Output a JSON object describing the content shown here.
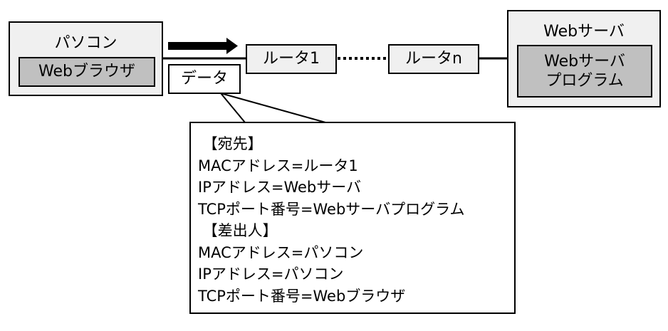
{
  "pc": {
    "title": "パソコン",
    "app": "Webブラウザ"
  },
  "data_label": "データ",
  "routers": [
    {
      "label": "ルータ1"
    },
    {
      "label": "ルータn"
    }
  ],
  "server": {
    "title": "Webサーバ",
    "program": [
      "Webサーバ",
      "プログラム"
    ]
  },
  "callout": {
    "lines": [
      " 【宛先】",
      "MACアドレス=ルータ1",
      "IPアドレス=Webサーバ",
      "TCPポート番号=Webサーバプログラム",
      " 【差出人】",
      "MACアドレス=パソコン",
      "IPアドレス=パソコン",
      "TCPポート番号=Webブラウザ"
    ]
  },
  "colors": {
    "outer_box": "#f0f0f0",
    "inner_box": "#c0c0c0",
    "stroke": "#000000"
  }
}
